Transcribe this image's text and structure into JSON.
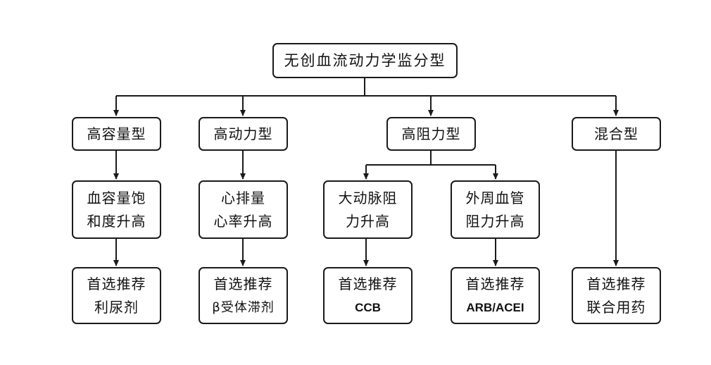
{
  "root": {
    "label": "无创血流动力学监分型"
  },
  "types": [
    {
      "label": "高容量型"
    },
    {
      "label": "高动力型"
    },
    {
      "label": "高阻力型"
    },
    {
      "label": "混合型"
    }
  ],
  "mechanisms": [
    {
      "line1": "血容量饱",
      "line2": "和度升高"
    },
    {
      "line1": "心排量",
      "line2": "心率升高"
    },
    {
      "line1": "大动脉阻",
      "line2": "力升高"
    },
    {
      "line1": "外周血管",
      "line2": "阻力升高"
    }
  ],
  "recommendations": [
    {
      "line1": "首选推荐",
      "line2": "利尿剂"
    },
    {
      "line1": "首选推荐",
      "line2": "β受体滞剂"
    },
    {
      "line1": "首选推荐",
      "line2": "CCB"
    },
    {
      "line1": "首选推荐",
      "line2": "ARB/ACEI"
    },
    {
      "line1": "首选推荐",
      "line2": "联合用药"
    }
  ]
}
